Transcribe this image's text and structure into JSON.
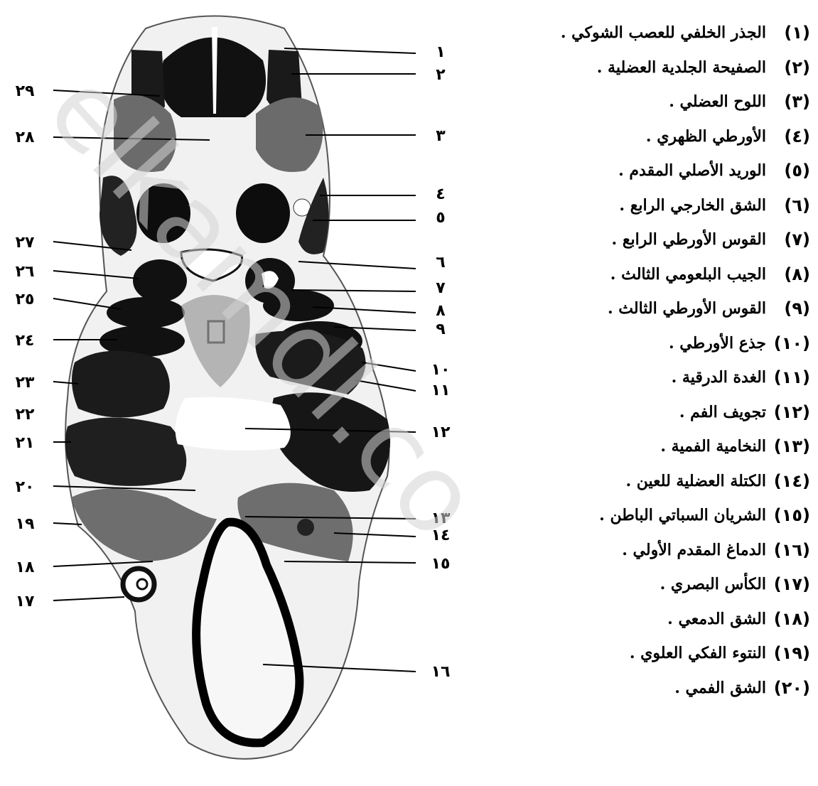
{
  "watermark": "elkamdl.co",
  "left_numbers": [
    "٢٩",
    "٢٨",
    "٢٧",
    "٢٦",
    "٢٥",
    "٢٤",
    "٢٣",
    "٢٢",
    "٢١",
    "٢٠",
    "١٩",
    "١٨",
    "١٧"
  ],
  "right_numbers": [
    "١",
    "٢",
    "٣",
    "٤",
    "٥",
    "٦",
    "٧",
    "٨",
    "٩",
    "١٠",
    "١١",
    "١٢",
    "١٣",
    "١٤",
    "١٥",
    "١٦"
  ],
  "legend": [
    {
      "num": "(١)",
      "text": "الجذر الخلفي للعصب الشوكي ."
    },
    {
      "num": "(٢)",
      "text": "الصفيحة الجلدية العضلية ."
    },
    {
      "num": "(٣)",
      "text": "اللوح العضلي ."
    },
    {
      "num": "(٤)",
      "text": "الأورطي الظهري ."
    },
    {
      "num": "(٥)",
      "text": "الوريد الأصلي المقدم ."
    },
    {
      "num": "(٦)",
      "text": "الشق الخارجي الرابع ."
    },
    {
      "num": "(٧)",
      "text": "القوس الأورطي الرابع ."
    },
    {
      "num": "(٨)",
      "text": "الجيب البلعومي الثالث ."
    },
    {
      "num": "(٩)",
      "text": "القوس الأورطي الثالث ."
    },
    {
      "num": "(١٠)",
      "text": "جذع الأورطي ."
    },
    {
      "num": "(١١)",
      "text": "الغدة الدرقية ."
    },
    {
      "num": "(١٢)",
      "text": "تجويف الفم ."
    },
    {
      "num": "(١٣)",
      "text": "النخامية الفمية ."
    },
    {
      "num": "(١٤)",
      "text": "الكتلة العضلية للعين ."
    },
    {
      "num": "(١٥)",
      "text": "الشريان السباتي الباطن ."
    },
    {
      "num": "(١٦)",
      "text": "الدماغ المقدم الأولي ."
    },
    {
      "num": "(١٧)",
      "text": "الكأس البصري ."
    },
    {
      "num": "(١٨)",
      "text": "الشق الدمعي ."
    },
    {
      "num": "(١٩)",
      "text": "النتوء الفكي العلوي ."
    },
    {
      "num": "(٢٠)",
      "text": "الشق الفمي ."
    }
  ]
}
